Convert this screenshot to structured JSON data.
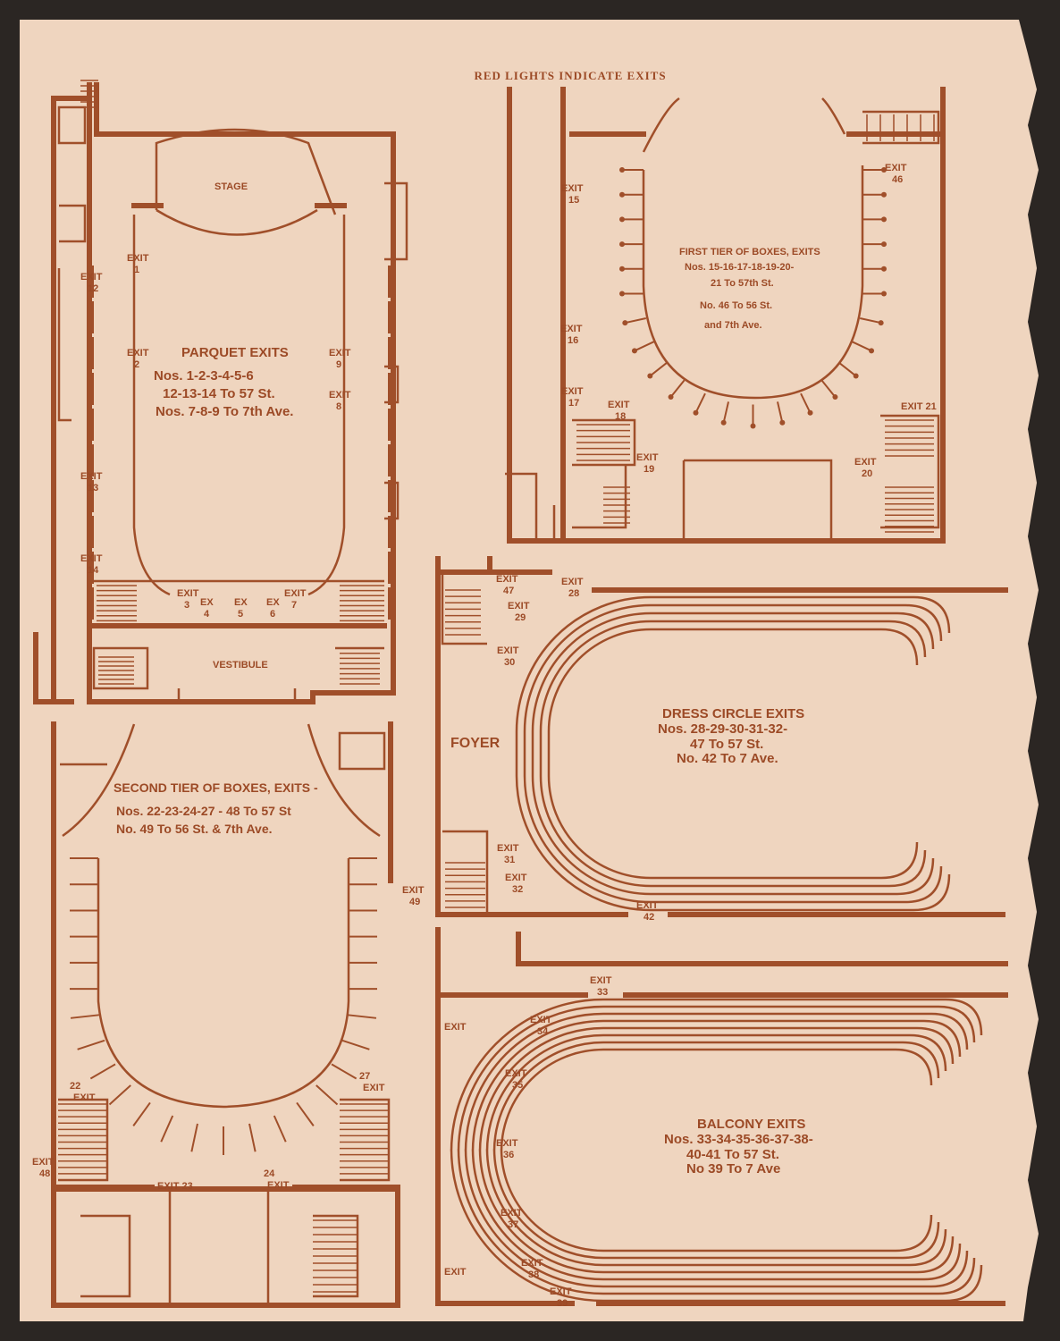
{
  "title": "RED LIGHTS INDICATE EXITS",
  "colors": {
    "paper": "#efd5bf",
    "ink": "#a04f2a",
    "background": "#2b2623"
  },
  "parquet": {
    "stage": "STAGE",
    "vestibule": "VESTIBULE",
    "heading": "PARQUET EXITS",
    "lines": [
      "Nos. 1-2-3-4-5-6",
      "12-13-14 To 57 St.",
      "Nos. 7-8-9 To 7th Ave."
    ]
  },
  "first_tier": {
    "heading": "FIRST TIER OF BOXES, EXITS",
    "lines": [
      "Nos. 15-16-17-18-19-20-",
      "21 To 57th St.",
      "No. 46 To 56 St.",
      "and 7th Ave."
    ]
  },
  "dress_circle": {
    "foyer": "FOYER",
    "heading": "DRESS CIRCLE EXITS",
    "lines": [
      "Nos. 28-29-30-31-32-",
      "47 To 57 St.",
      "No. 42 To 7 Ave."
    ]
  },
  "second_tier": {
    "heading": "SECOND TIER OF BOXES, EXITS -",
    "lines": [
      "Nos. 22-23-24-27 - 48 To 57 St",
      "No. 49 To 56 St. & 7th Ave."
    ]
  },
  "balcony": {
    "heading": "BALCONY EXITS",
    "lines": [
      "Nos. 33-34-35-36-37-38-",
      "40-41 To 57 St.",
      "No 39 To 7 Ave"
    ]
  },
  "exits": [
    {
      "a": "EXIT",
      "b": "1"
    },
    {
      "a": "EXIT",
      "b": "12"
    },
    {
      "a": "EXIT",
      "b": "2"
    },
    {
      "a": "EXIT",
      "b": "9"
    },
    {
      "a": "EXIT",
      "b": "8"
    },
    {
      "a": "EXIT",
      "b": "13"
    },
    {
      "a": "EXIT",
      "b": "14"
    },
    {
      "a": "EXIT",
      "b": "3"
    },
    {
      "a": "EX",
      "b": "4"
    },
    {
      "a": "EX",
      "b": "5"
    },
    {
      "a": "EX",
      "b": "6"
    },
    {
      "a": "EXIT",
      "b": "7"
    },
    {
      "a": "EXIT",
      "b": "15"
    },
    {
      "a": "EXIT",
      "b": "16"
    },
    {
      "a": "EXIT",
      "b": "17"
    },
    {
      "a": "EXIT",
      "b": "18"
    },
    {
      "a": "EXIT",
      "b": "19"
    },
    {
      "a": "EXIT",
      "b": "46"
    },
    {
      "a": "EXIT 21",
      "b": ""
    },
    {
      "a": "EXIT",
      "b": "20"
    },
    {
      "a": "EXIT",
      "b": "47"
    },
    {
      "a": "EXIT",
      "b": "28"
    },
    {
      "a": "EXIT",
      "b": "29"
    },
    {
      "a": "EXIT",
      "b": "30"
    },
    {
      "a": "EXIT",
      "b": "31"
    },
    {
      "a": "EXIT",
      "b": "32"
    },
    {
      "a": "EXIT",
      "b": "42"
    },
    {
      "a": "EXIT",
      "b": "49"
    },
    {
      "a": "27",
      "b": "EXIT"
    },
    {
      "a": "22",
      "b": "EXIT"
    },
    {
      "a": "EXIT",
      "b": "48"
    },
    {
      "a": "EXIT 23",
      "b": ""
    },
    {
      "a": "24",
      "b": "EXIT"
    },
    {
      "a": "EXIT",
      "b": "33"
    },
    {
      "a": "EXIT",
      "b": ""
    },
    {
      "a": "EXIT",
      "b": "34"
    },
    {
      "a": "EXIT",
      "b": "35"
    },
    {
      "a": "EXIT",
      "b": "36"
    },
    {
      "a": "EXIT",
      "b": "37"
    },
    {
      "a": "EXIT",
      "b": "38"
    },
    {
      "a": "EXIT",
      "b": "39"
    },
    {
      "a": "EXIT",
      "b": ""
    }
  ]
}
